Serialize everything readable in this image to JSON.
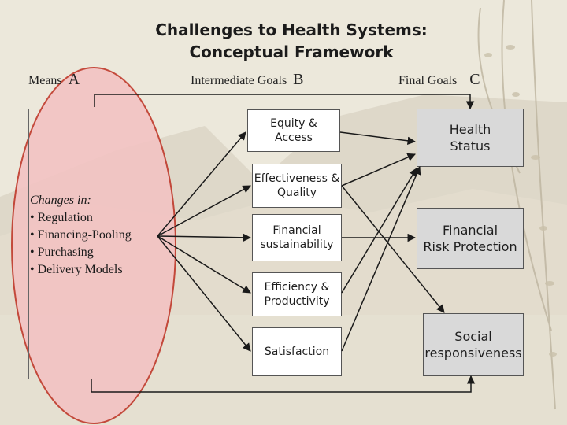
{
  "title": {
    "line1": "Challenges to Health Systems:",
    "line2": "Conceptual Framework"
  },
  "headers": {
    "means": {
      "label": "Means",
      "letter": "A"
    },
    "intermediate": {
      "label": "Intermediate Goals",
      "letter": "B"
    },
    "final": {
      "label": "Final Goals",
      "letter": "C"
    }
  },
  "means_box": {
    "heading": "Changes in:",
    "items": [
      "• Regulation",
      "• Financing-Pooling",
      "• Purchasing",
      "• Delivery Models"
    ]
  },
  "intermediate_goals": [
    "Equity &\nAccess",
    "Effectiveness &\nQuality",
    "Financial\nsustainability",
    "Efficiency &\nProductivity",
    "Satisfaction"
  ],
  "final_goals": [
    "Health\nStatus",
    "Financial\nRisk Protection",
    "Social\nresponsiveness"
  ],
  "colors": {
    "highlight_fill": "#f3c3c3",
    "highlight_stroke": "#c0392b",
    "final_box_fill": "#d9d9d9",
    "arrow": "#1a1a1a"
  }
}
